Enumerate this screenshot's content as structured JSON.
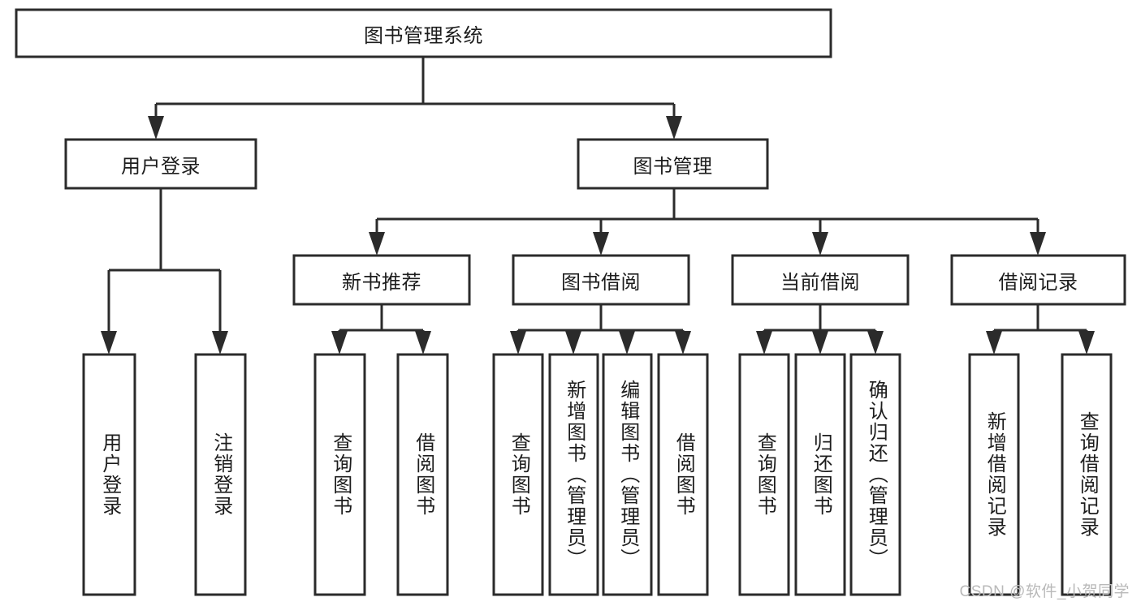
{
  "diagram": {
    "title": "图书管理系统",
    "type": "hierarchy-tree",
    "colors": {
      "box_stroke": "#2b2b2b",
      "box_fill": "#ffffff",
      "text": "#1d1d1d",
      "watermark": "#b9b9b9",
      "background": "#ffffff"
    },
    "root": {
      "label": "图书管理系统"
    },
    "level2": [
      {
        "label": "用户登录"
      },
      {
        "label": "图书管理"
      }
    ],
    "level3": [
      {
        "label": "新书推荐"
      },
      {
        "label": "图书借阅"
      },
      {
        "label": "当前借阅"
      },
      {
        "label": "借阅记录"
      }
    ],
    "leaves": {
      "user_login": [
        {
          "label": "用户登录"
        },
        {
          "label": "注销登录"
        }
      ],
      "new_book_recommend": [
        {
          "label": "查询图书"
        },
        {
          "label": "借阅图书"
        }
      ],
      "book_borrow": [
        {
          "label": "查询图书"
        },
        {
          "label": "新增图书（管理员）"
        },
        {
          "label": "编辑图书（管理员）"
        },
        {
          "label": "借阅图书"
        }
      ],
      "current_borrow": [
        {
          "label": "查询图书"
        },
        {
          "label": "归还图书"
        },
        {
          "label": "确认归还（管理员）"
        }
      ],
      "borrow_records": [
        {
          "label": "新增借阅记录"
        },
        {
          "label": "查询借阅记录"
        }
      ]
    },
    "watermark": "CSDN @软件_小贺同学"
  }
}
